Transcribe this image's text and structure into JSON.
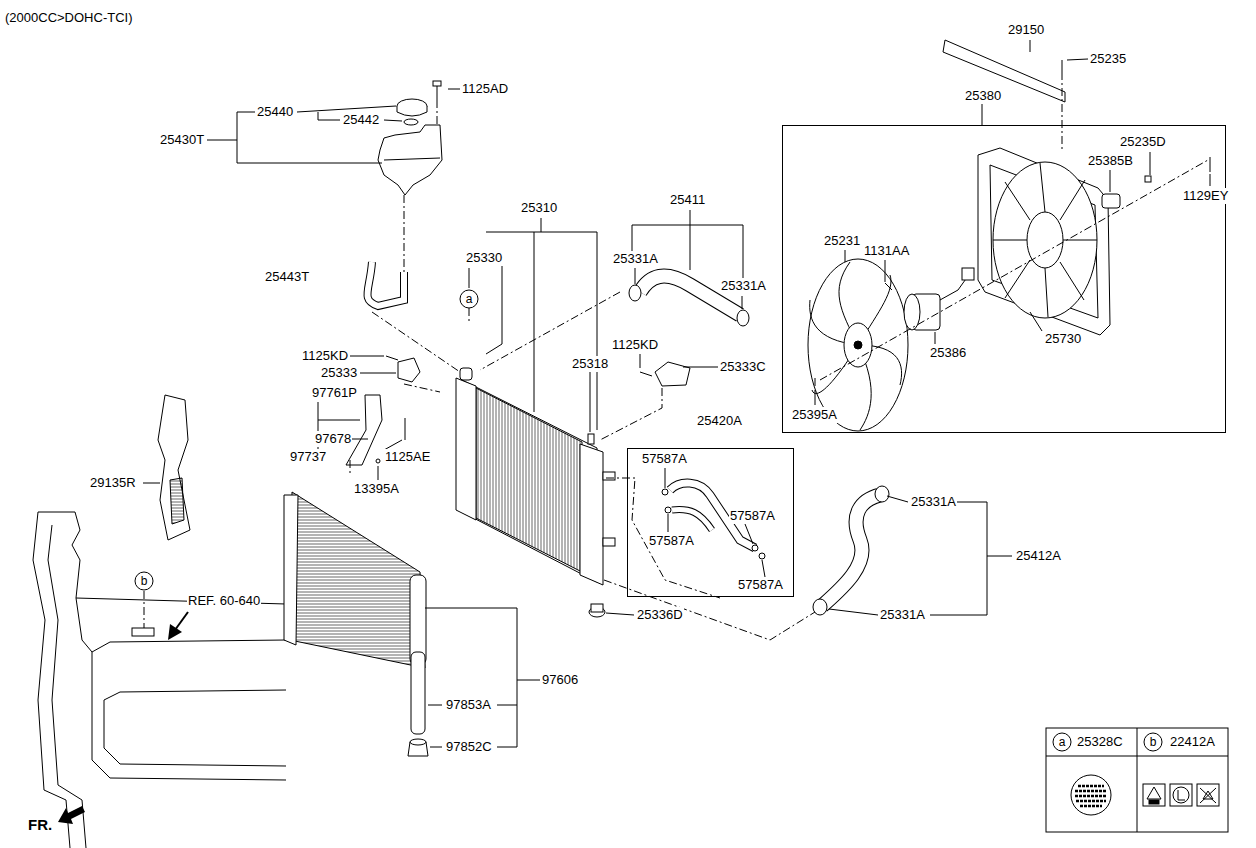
{
  "diagram": {
    "title": "(2000CC>DOHC-TCI)",
    "nodes": [
      {
        "text": [
          "25380"
        ]
      },
      {
        "text": [
          "25420A"
        ]
      },
      {
        "text": [
          "a"
        ]
      },
      {
        "text": [
          "b"
        ]
      },
      {
        "text": [
          "a"
        ]
      },
      {
        "text": [
          "b"
        ]
      }
    ],
    "labels": [
      "25440",
      "25442",
      "1125AD",
      "25430T",
      "25310",
      "25411",
      "29150",
      "25235",
      "25235D",
      "25385B",
      "1129EY",
      "25443T",
      "25330",
      "25331A",
      "25331A",
      "25231",
      "1131AA",
      "1125KD",
      "25333",
      "25318",
      "1125KD",
      "25333C",
      "25386",
      "25730",
      "25395A",
      "97761P",
      "97678",
      "97737",
      "1125AE",
      "13395A",
      "29135R",
      "57587A",
      "57587A",
      "57587A",
      "57587A",
      "25331A",
      "25412A",
      "25331A",
      "25336D",
      "REF. 60-640",
      "97606",
      "97853A",
      "97852C",
      "FR.",
      "25328C",
      "22412A"
    ]
  }
}
